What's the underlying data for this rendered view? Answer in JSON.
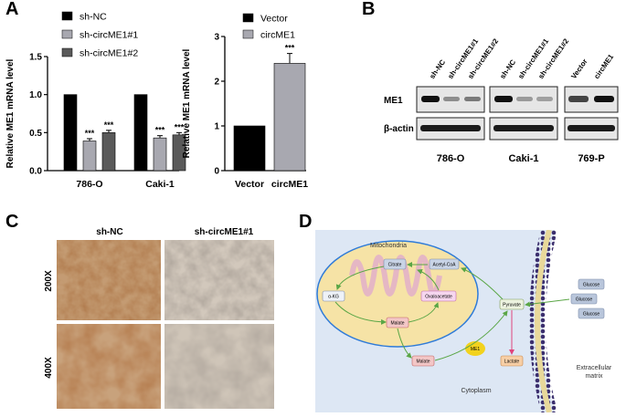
{
  "panels": {
    "a": "A",
    "b": "B",
    "c": "C",
    "d": "D"
  },
  "chart_data": [
    {
      "type": "bar",
      "panel": "A-left",
      "ylabel": "Relative ME1 mRNA level",
      "ylim": [
        0,
        1.5
      ],
      "yticks": [
        "0.0",
        "0.5",
        "1.0",
        "1.5"
      ],
      "categories": [
        "786-O",
        "Caki-1"
      ],
      "series": [
        {
          "name": "sh-NC",
          "values": [
            1.0,
            1.0
          ],
          "errors": [
            0,
            0
          ],
          "sig": [
            "",
            ""
          ],
          "color": "#000000"
        },
        {
          "name": "sh-circME1#1",
          "values": [
            0.39,
            0.43
          ],
          "errors": [
            0.03,
            0.03
          ],
          "sig": [
            "***",
            "***"
          ],
          "color": "#a8a8b0"
        },
        {
          "name": "sh-circME1#2",
          "values": [
            0.5,
            0.47
          ],
          "errors": [
            0.03,
            0.03
          ],
          "sig": [
            "***",
            "***"
          ],
          "color": "#5a5a5a"
        }
      ],
      "legend_placement": "top-left"
    },
    {
      "type": "bar",
      "panel": "A-right",
      "ylabel": "Relative ME1 mRNA level",
      "ylim": [
        0,
        3
      ],
      "yticks": [
        "0",
        "1",
        "2",
        "3"
      ],
      "categories": [
        "Vector",
        "circME1"
      ],
      "series": [
        {
          "name": "Vector",
          "values": [
            1.0,
            null
          ],
          "errors": [
            0,
            0
          ],
          "sig": [
            "",
            ""
          ],
          "color": "#000000"
        },
        {
          "name": "circME1",
          "values": [
            null,
            2.4
          ],
          "errors": [
            0,
            0.22
          ],
          "sig": [
            "",
            "***"
          ],
          "color": "#a8a8b0"
        }
      ],
      "legend_placement": "top-left"
    }
  ],
  "western_blot": {
    "lane_labels": [
      "sh-NC",
      "sh-circME1#1",
      "sh-circME1#2",
      "sh-NC",
      "sh-circME1#1",
      "sh-circME1#2",
      "Vector",
      "circME1"
    ],
    "row_labels": [
      "ME1",
      "β-actin"
    ],
    "cell_lines": [
      "786-O",
      "Caki-1",
      "769-P"
    ]
  },
  "ihc": {
    "columns": [
      "sh-NC",
      "sh-circME1#1"
    ],
    "rows": [
      "200X",
      "400X"
    ]
  },
  "pathway": {
    "mitochondria": "Mitochondria",
    "citrate": "Citrate",
    "acetyl_coa": "Acetyl-CoA",
    "akg": "α-KG",
    "oxaloacetate": "Oxaloacetate",
    "malate_mito": "Malate",
    "malate_cyto": "Malate",
    "pyruvate": "Pyruvate",
    "lactate": "Lactate",
    "me1": "ME1",
    "glucose_out": [
      "Glucose",
      "Glucose",
      "Glucose"
    ],
    "cytoplasm": "Cytoplasm",
    "extracellular_line1": "Extracellular",
    "extracellular_line2": "matrix"
  }
}
